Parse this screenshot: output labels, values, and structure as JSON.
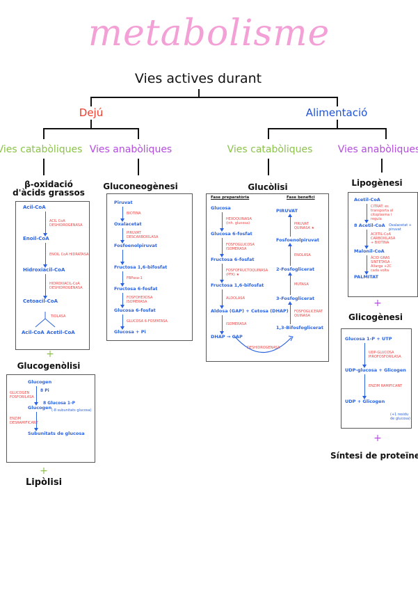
{
  "title": "metabolisme",
  "root": "Vies actives durant",
  "colors": {
    "title": "#f3a0d6",
    "catabolic": "#8bc34a",
    "anabolic": "#b44ce0",
    "fasting": "#ef3b2c",
    "feeding": "#1f52d6",
    "metabolite": "#2a62e0",
    "enzyme": "#ef4444"
  },
  "dejuni": {
    "label": "Dejú",
    "catabolic": "Vies catabòliques",
    "anabolic": "Vies anabòliques"
  },
  "alimentacio": {
    "label": "Alimentació",
    "catabolic": "Vies catabòliques",
    "anabolic": "Vies anabòliques"
  },
  "beta_oxidation": {
    "title": "β-oxidació d'àcids grassos",
    "steps": [
      "Acil-CoA",
      "Enoil-CoA",
      "Hidroxiacil-CoA",
      "Cetoacil-CoA"
    ],
    "enzymes": [
      "ACIL CoA DESHIDROGENASA",
      "ENOIL CoA HIDRATASA",
      "HIDROXIACIL-CoA DESHIDROGENASA",
      "TIOLASA"
    ],
    "products": [
      "Acil-CoA",
      "Acetil-CoA"
    ]
  },
  "gluconeogenesis": {
    "title": "Gluconeogènesi",
    "steps": [
      "Piruvat",
      "Oxalacetat",
      "Fosfoenolpiruvat",
      "Fructosa 1,6-bifosfat",
      "Fructosa 6-fosfat",
      "Glucosa 6-fosfat",
      "Glucosa + Pi"
    ],
    "enzymes": [
      "BIOTINA",
      "PIRUVAT DESCARBOXILASA",
      "",
      "FBPasa-1",
      "FOSFOHEXOSA ISOMERASA",
      "GLUCOSA 6-FOSFATASA"
    ]
  },
  "glycolysis": {
    "title": "Glucòlisi",
    "prep_phase": {
      "label": "Fase preparatòria",
      "steps": [
        "Glucosa",
        "Glucosa 6-fosfat",
        "Fructosa 6-fosfat",
        "Fructosa 1,6-bifosfat",
        "Aldosa (GAP) + Cetosa (DHAP)",
        "DHAP → GAP"
      ],
      "enzymes": [
        "HEXOQUINASA (inh. glucosa)",
        "FOSFOGLUCOSA ISOMERASA",
        "FOSFOFRUCTOQUINASA (PFK) ★",
        "ALDOLASA",
        "ISOMERASA"
      ]
    },
    "benefit_phase": {
      "label": "Fase benefici",
      "steps": [
        "PIRUVAT",
        "Fosfoenolpiruvat",
        "2-Fosfoglicerat",
        "3-Fosfoglicerat",
        "1,3-Bifosfoglicerat"
      ],
      "enzymes": [
        "PIRUVAT QUINASA ★",
        "ENOLASA",
        "MUTASA",
        "FOSFOGLICERAT QUINASA"
      ]
    },
    "link_enzyme": "DESHIDROGENASA"
  },
  "lipogenesis": {
    "title": "Lipogènesi",
    "steps": [
      "Acetil-CoA",
      "8 Acetil-CoA",
      "Malonil-CoA",
      "PALMITAT"
    ],
    "enzymes": [
      "CITRAT: es transporta al citoplasma i regula",
      "ACETIL-CoA CARBOXILASA + BIOTINA",
      "ÀCID GRAS SINTETASA · Allarga +2C cada volta"
    ],
    "side": "Oxalacetat + piruvat"
  },
  "glycogenesis": {
    "title": "Glicogènesi",
    "steps": [
      "Glucosa 1-P + UTP",
      "UDP-glucosa + Glicogen",
      "UDP + Glicogen"
    ],
    "enzymes": [
      "UDP-GLUCOSA PIROFOSFORILASA",
      "ENZIM RAMIFICANT"
    ],
    "note": "(+1 residu de glucosa)"
  },
  "glycogenolysis": {
    "title": "Glucogenòlisi",
    "steps": [
      "Glucogen",
      "Glucogen",
      "Subunitats de glucosa"
    ],
    "enzymes": [
      "GLUCOGEN FOSFORILASA",
      "ENZIM DESRAMIFICANT"
    ],
    "side_in": "8 Pi",
    "side_out": "8 Glucosa 1-P",
    "note": "(-8 subunitats glucosa)"
  },
  "extras": {
    "plus": "+",
    "lipolysis": "Lipòlisi",
    "protein_synthesis": "Síntesi de proteïnes"
  }
}
